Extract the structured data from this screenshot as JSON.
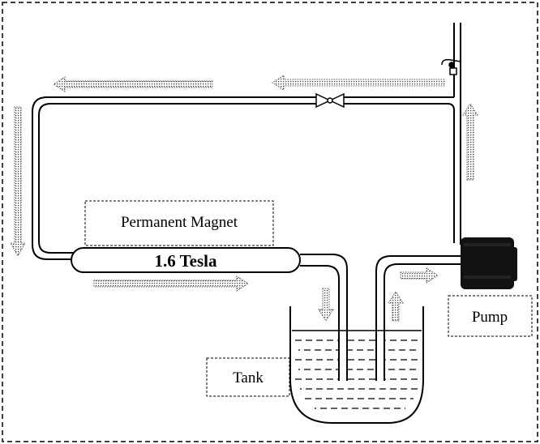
{
  "labels": {
    "magnet": "Permanent Magnet",
    "field": "1.6 Tesla",
    "pump": "Pump",
    "tank": "Tank"
  },
  "colors": {
    "line": "#000000",
    "background": "#ffffff",
    "pump_body": "#111111",
    "arrow_dots": "#444444"
  },
  "icons": [
    "valve-icon",
    "tap-icon",
    "pump-icon",
    "flow-arrow-icon"
  ]
}
